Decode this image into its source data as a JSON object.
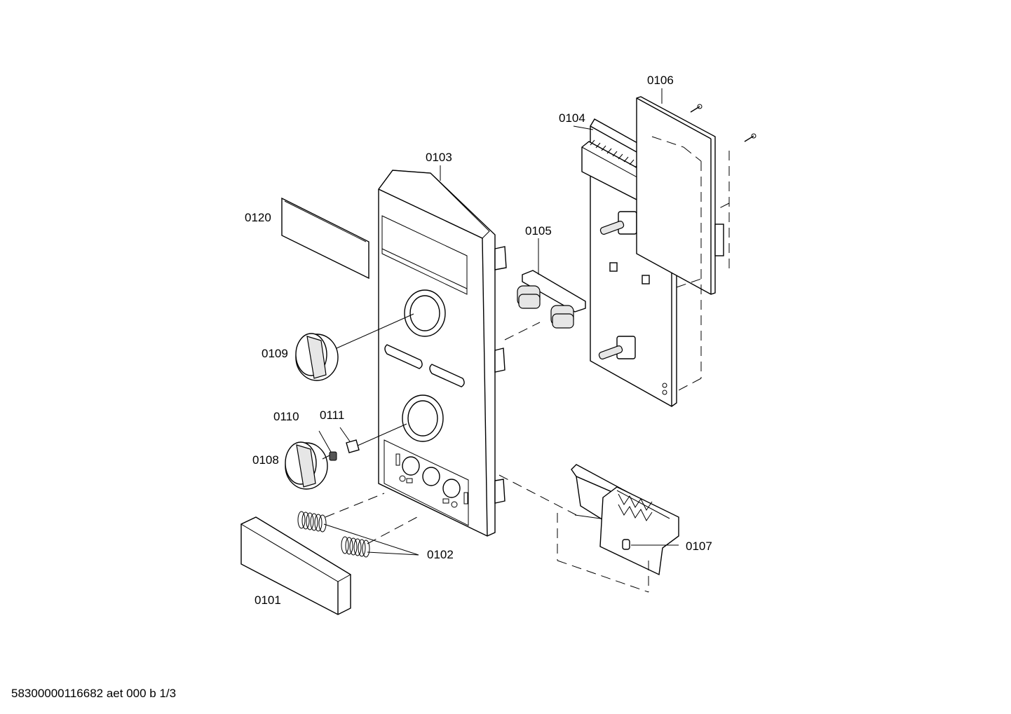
{
  "labels": {
    "p0101": "0101",
    "p0102": "0102",
    "p0103": "0103",
    "p0104": "0104",
    "p0105": "0105",
    "p0106": "0106",
    "p0107": "0107",
    "p0108": "0108",
    "p0109": "0109",
    "p0110": "0110",
    "p0111": "0111",
    "p0120": "0120"
  },
  "footer": {
    "document_id": "58300000116682 aet 000 b 1/3"
  }
}
